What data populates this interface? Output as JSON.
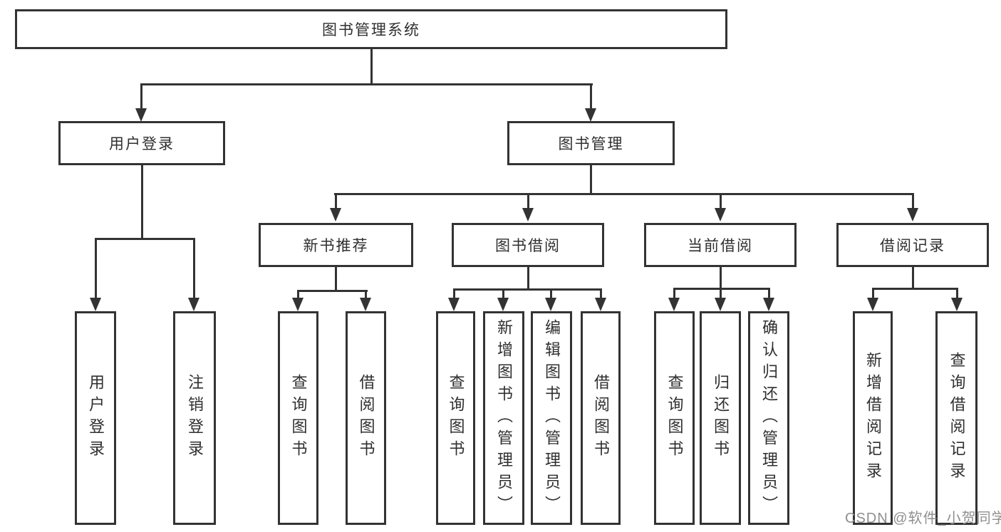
{
  "colors": {
    "line": "#333333",
    "text": "#2f2f2f",
    "watermark": "#8f8f8f",
    "background": "#ffffff"
  },
  "watermark": {
    "text": "CSDN @软件_小贺同学"
  },
  "diagram": {
    "root": {
      "label": "图书管理系统"
    },
    "level2": [
      {
        "label": "用户登录"
      },
      {
        "label": "图书管理"
      }
    ],
    "level3": [
      {
        "label": "新书推荐"
      },
      {
        "label": "图书借阅"
      },
      {
        "label": "当前借阅"
      },
      {
        "label": "借阅记录"
      }
    ],
    "leaves": [
      {
        "label": "用户登录"
      },
      {
        "label": "注销登录"
      },
      {
        "label": "查询图书"
      },
      {
        "label": "借阅图书"
      },
      {
        "label": "查询图书"
      },
      {
        "label": "新增图书（管理员）"
      },
      {
        "label": "编辑图书（管理员）"
      },
      {
        "label": "借阅图书"
      },
      {
        "label": "查询图书"
      },
      {
        "label": "归还图书"
      },
      {
        "label": "确认归还（管理员）"
      },
      {
        "label": "新增借阅记录"
      },
      {
        "label": "查询借阅记录"
      }
    ]
  }
}
